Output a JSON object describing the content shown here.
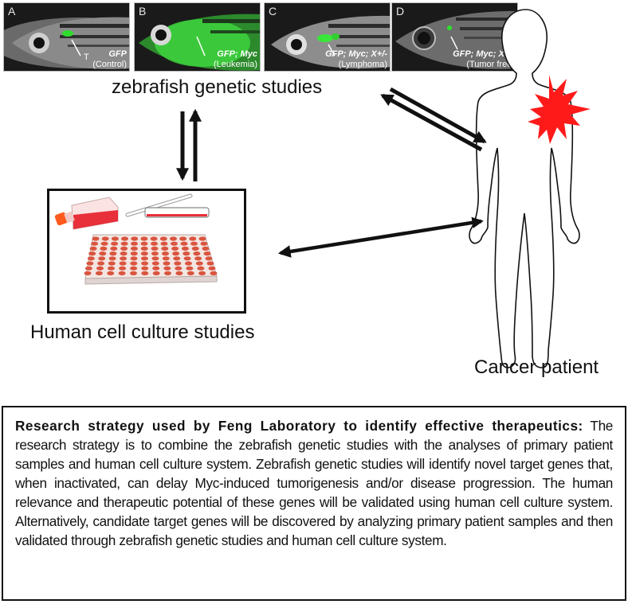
{
  "zebrafish_panels": [
    {
      "letter": "A",
      "genotype": "GFP",
      "condition": "(Control)",
      "marker": "T"
    },
    {
      "letter": "B",
      "genotype": "GFP; Myc",
      "condition": "(Leukemia)"
    },
    {
      "letter": "C",
      "genotype": "GFP; Myc; X+/-",
      "condition": "(Lymphoma)"
    },
    {
      "letter": "D",
      "genotype": "GFP; Myc; X+/-",
      "condition": "(Tumor free)"
    }
  ],
  "labels": {
    "zebrafish": "zebrafish genetic studies",
    "cell_culture": "Human cell culture studies",
    "patient": "Cancer patient"
  },
  "description": {
    "heading": "Research strategy used by Feng Laboratory to identify effective therapeutics:",
    "body": " The research strategy is to combine the zebrafish genetic studies with the analyses of primary patient samples and human cell culture system. Zebrafish genetic studies will identify novel target genes that, when inactivated, can delay Myc-induced tumorigenesis and/or disease progression. The human relevance and therapeutic potential of these genes will be validated using human cell culture system. Alternatively, candidate target genes will be discovered by analyzing primary patient samples and then validated through zebrafish genetic studies and human cell culture system."
  },
  "colors": {
    "gfp_green": "#39e639",
    "tumor_red": "#ff1a1a",
    "media_red": "#e8303a",
    "cap_orange": "#ff5a1e"
  }
}
